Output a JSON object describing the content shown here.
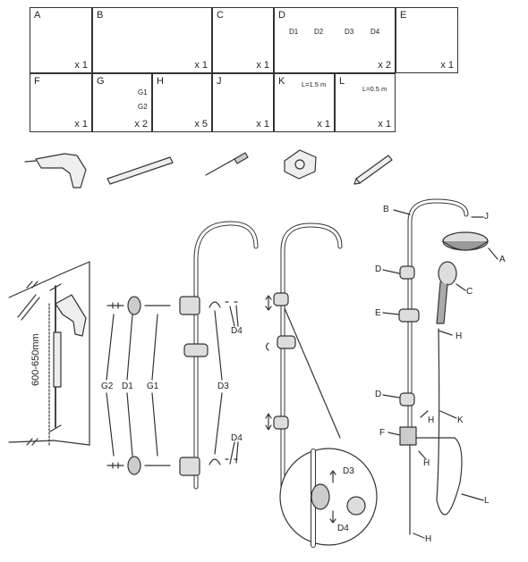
{
  "parts": [
    {
      "id": "A",
      "qty": "x 1",
      "icon": "shower-head-icon"
    },
    {
      "id": "B",
      "qty": "x 1",
      "icon": "riser-pipe-icon"
    },
    {
      "id": "C",
      "qty": "x 1",
      "icon": "hand-shower-icon"
    },
    {
      "id": "D",
      "qty": "x 2",
      "icon": "bracket-set-icon",
      "subparts": [
        "D1",
        "D2",
        "D3",
        "D4"
      ]
    },
    {
      "id": "E",
      "qty": "x 1",
      "icon": "slide-holder-icon"
    },
    {
      "id": "F",
      "qty": "x 1",
      "icon": "diverter-valve-icon"
    },
    {
      "id": "G",
      "qty": "x 2",
      "icon": "screw-plug-icon",
      "subparts": [
        "G1",
        "G2"
      ]
    },
    {
      "id": "H",
      "qty": "x 5",
      "icon": "washer-icon"
    },
    {
      "id": "J",
      "qty": "x 1",
      "icon": "seal-ring-icon"
    },
    {
      "id": "K",
      "qty": "x 1",
      "icon": "hose-long-icon",
      "length": "L=1.5 m"
    },
    {
      "id": "L",
      "qty": "x 1",
      "icon": "hose-short-icon",
      "length": "L=0.5 m"
    }
  ],
  "tools": [
    "drill-icon",
    "spirit-level-icon",
    "screwdriver-icon",
    "tape-measure-icon",
    "pencil-icon"
  ],
  "steps": {
    "step1": {
      "height_label": "600-650mm"
    },
    "step2": {
      "labels": [
        "G2",
        "D1",
        "G1",
        "D3",
        "D4",
        "D4"
      ]
    },
    "step4": {
      "labels": [
        "B",
        "J",
        "A",
        "D",
        "C",
        "E",
        "H",
        "D",
        "H",
        "K",
        "F",
        "H",
        "L",
        "H"
      ]
    },
    "detail": {
      "labels": [
        "D3",
        "D4"
      ]
    }
  }
}
